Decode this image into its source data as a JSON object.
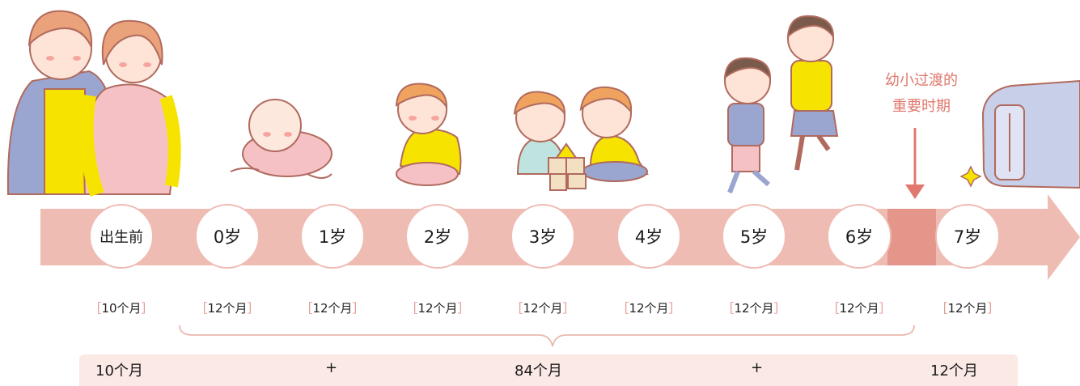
{
  "timeline": {
    "nodes": [
      {
        "label": "出生前",
        "duration": "10个月"
      },
      {
        "label": "0岁",
        "duration": "12个月"
      },
      {
        "label": "1岁",
        "duration": "12个月"
      },
      {
        "label": "2岁",
        "duration": "12个月"
      },
      {
        "label": "3岁",
        "duration": "12个月"
      },
      {
        "label": "4岁",
        "duration": "12个月"
      },
      {
        "label": "5岁",
        "duration": "12个月"
      },
      {
        "label": "6岁",
        "duration": "12个月"
      },
      {
        "label": "7岁",
        "duration": "12个月"
      }
    ],
    "bracket_left": "［",
    "bracket_right": "］"
  },
  "transition_note": {
    "line1": "幼小过渡的",
    "line2": "重要时期"
  },
  "summary": {
    "left": "10个月",
    "plus1": "+",
    "middle": "84个月",
    "plus2": "+",
    "right": "12个月"
  },
  "colors": {
    "band": "#efbcb4",
    "band_highlight": "#e4968b",
    "accent_text": "#e0786d",
    "summary_bg": "#fae9e4"
  },
  "illustrations": [
    "parents-illustration",
    "crawling-baby-illustration",
    "sitting-toddler-illustration",
    "children-playing-blocks-illustration",
    "running-kids-illustration",
    "school-backpack-illustration"
  ]
}
